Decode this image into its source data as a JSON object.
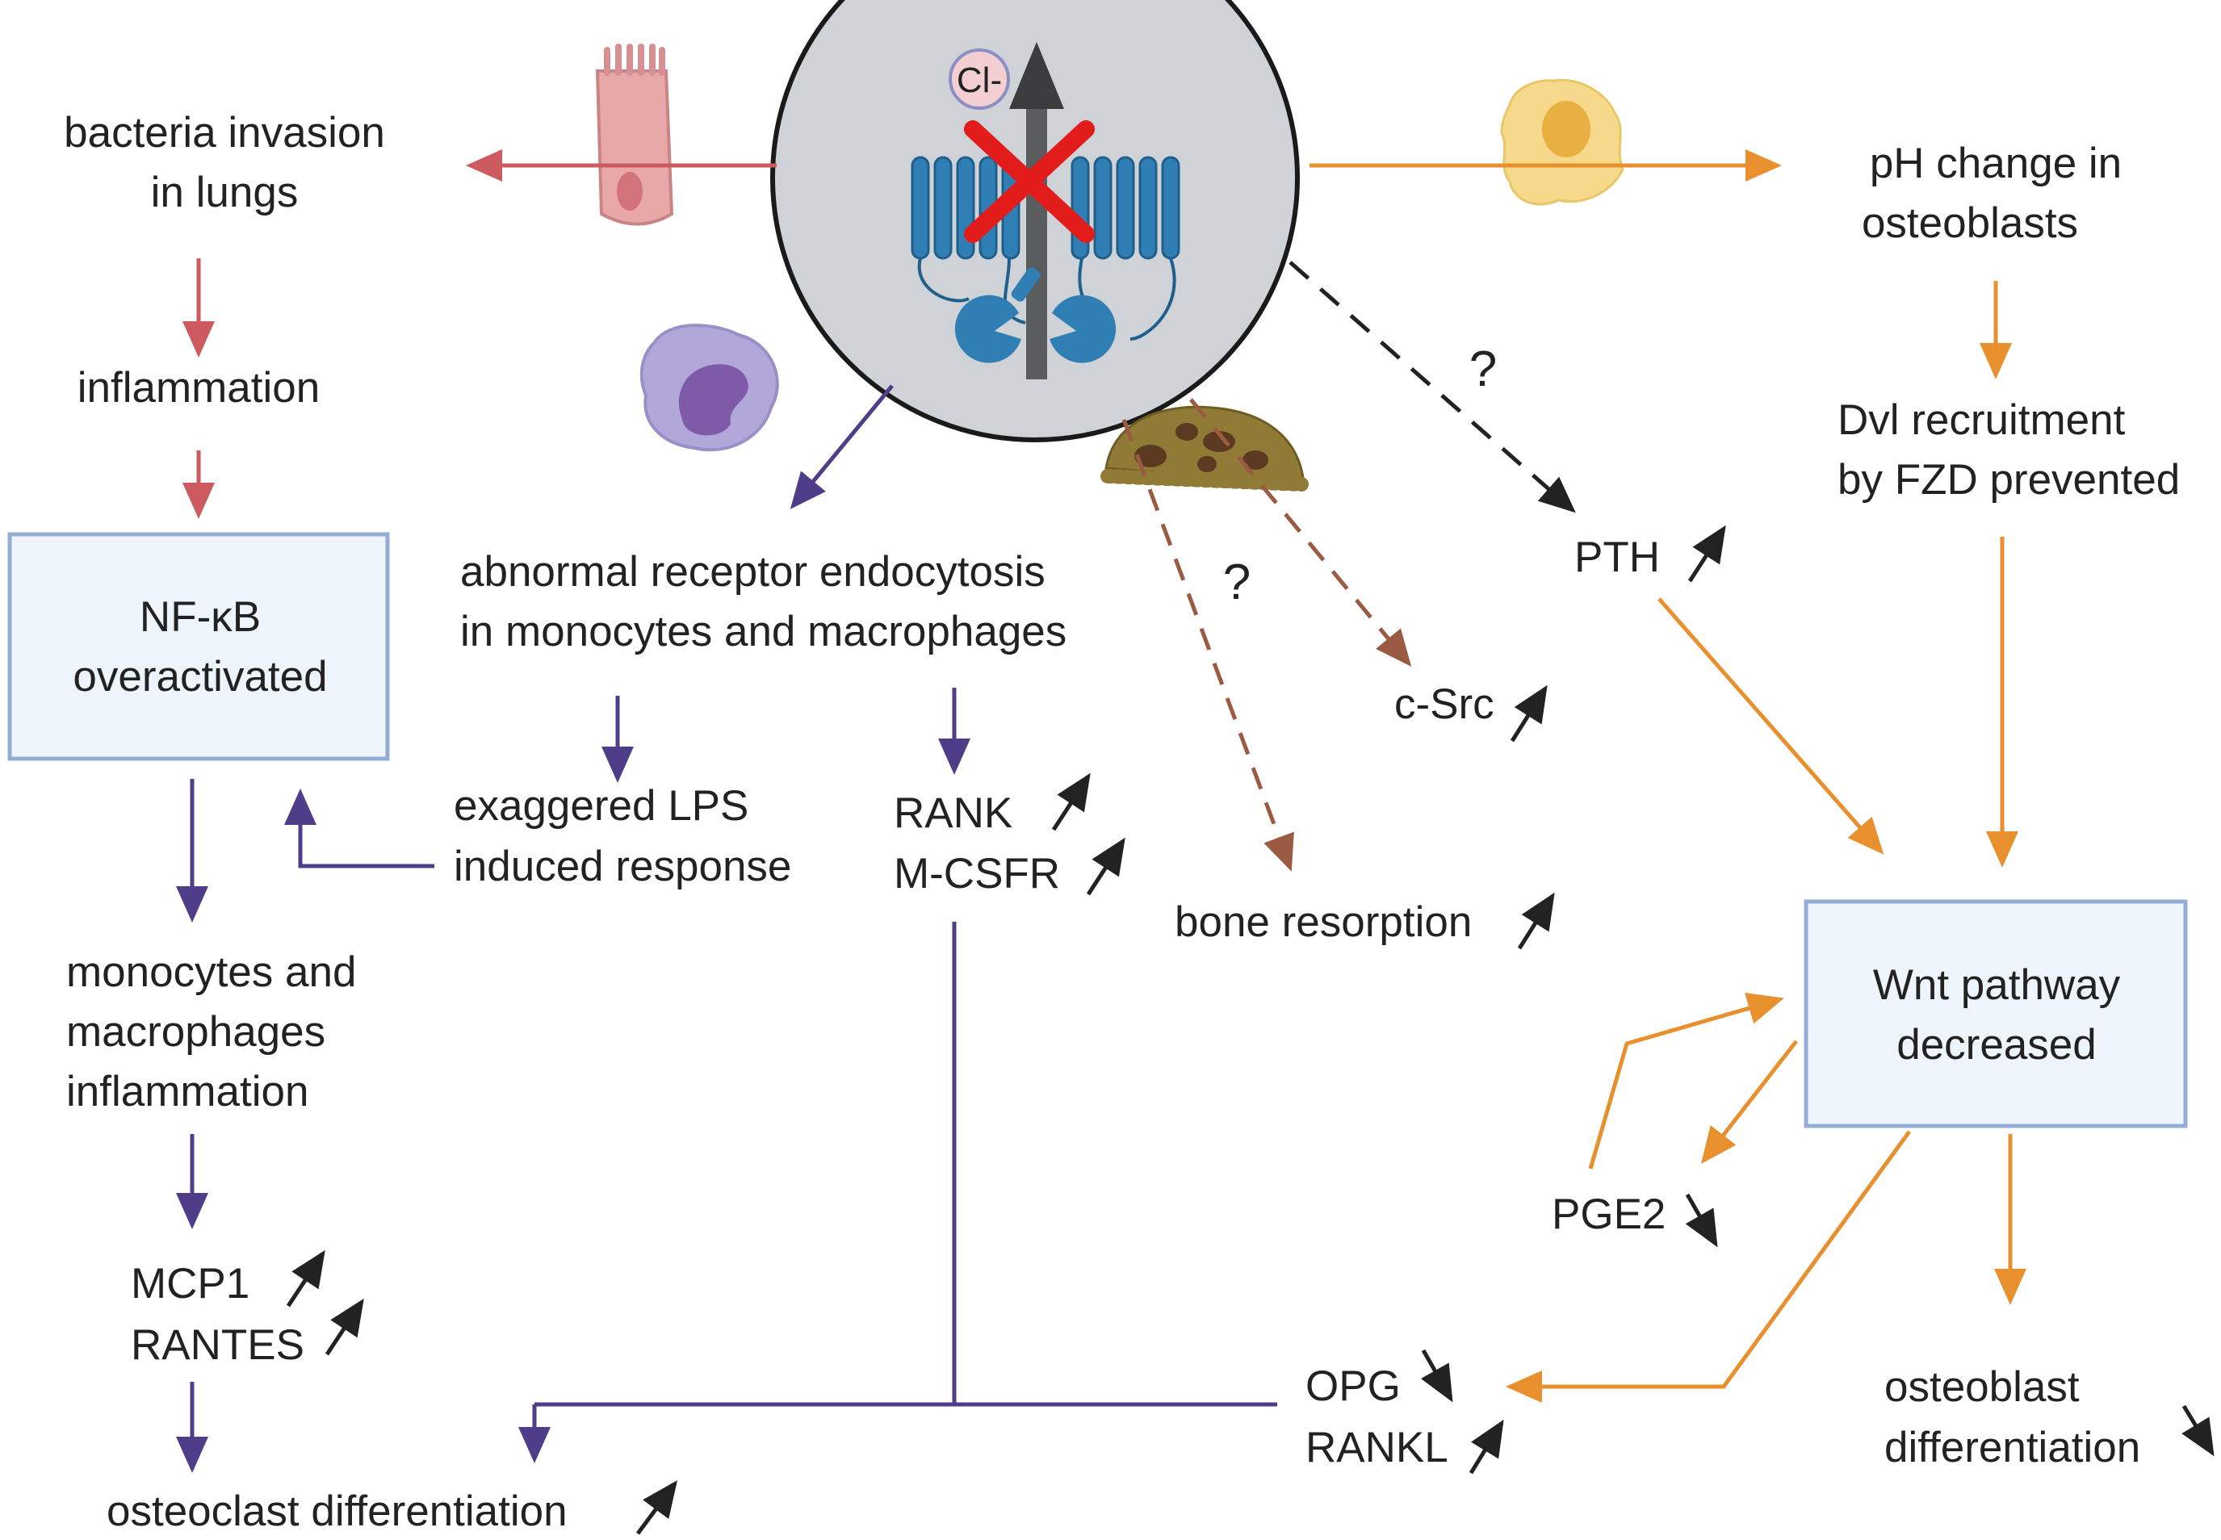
{
  "labels": {
    "chloride": "Cl-",
    "bacteria_1": "bacteria invasion",
    "bacteria_2": "in lungs",
    "inflammation": "inflammation",
    "nfkb_1": "NF-κB",
    "nfkb_2": "overactivated",
    "mono_inflam_1": "monocytes and",
    "mono_inflam_2": "macrophages",
    "mono_inflam_3": "inflammation",
    "mcp1": "MCP1",
    "rantes": "RANTES",
    "osteoclast_diff": "osteoclast differentiation",
    "endocytosis_1": "abnormal receptor endocytosis",
    "endocytosis_2": "in monocytes and macrophages",
    "lps_1": "exaggered LPS",
    "lps_2": "induced response",
    "rank": "RANK",
    "mcsfr": "M-CSFR",
    "bone_resorption": "bone resorption",
    "csrc": "c-Src",
    "pth": "PTH",
    "question_1": "?",
    "question_2": "?",
    "ph_1": "pH change in",
    "ph_2": "osteoblasts",
    "dvl_1": "Dvl recruitment",
    "dvl_2": "by FZD prevented",
    "wnt_1": "Wnt pathway",
    "wnt_2": "decreased",
    "pge2": "PGE2",
    "opg": "OPG",
    "rankl": "RANKL",
    "osteoblast_1": "osteoblast",
    "osteoblast_2": "differentiation"
  },
  "colors": {
    "red_path": "#cd5a5e",
    "purple_path": "#4f3d8a",
    "orange_path": "#e8902e",
    "brown_path": "#9b5a42",
    "black_path": "#222222",
    "box_fill": "#eef4fb",
    "box_border": "#94add6",
    "cell_circle": "#cfd2d6",
    "membrane_blue": "#2f7fb4"
  },
  "icons": [
    "epithelial-cell-icon",
    "monocyte-icon",
    "osteoclast-icon",
    "osteoblast-icon",
    "cftr-channel-icon"
  ]
}
